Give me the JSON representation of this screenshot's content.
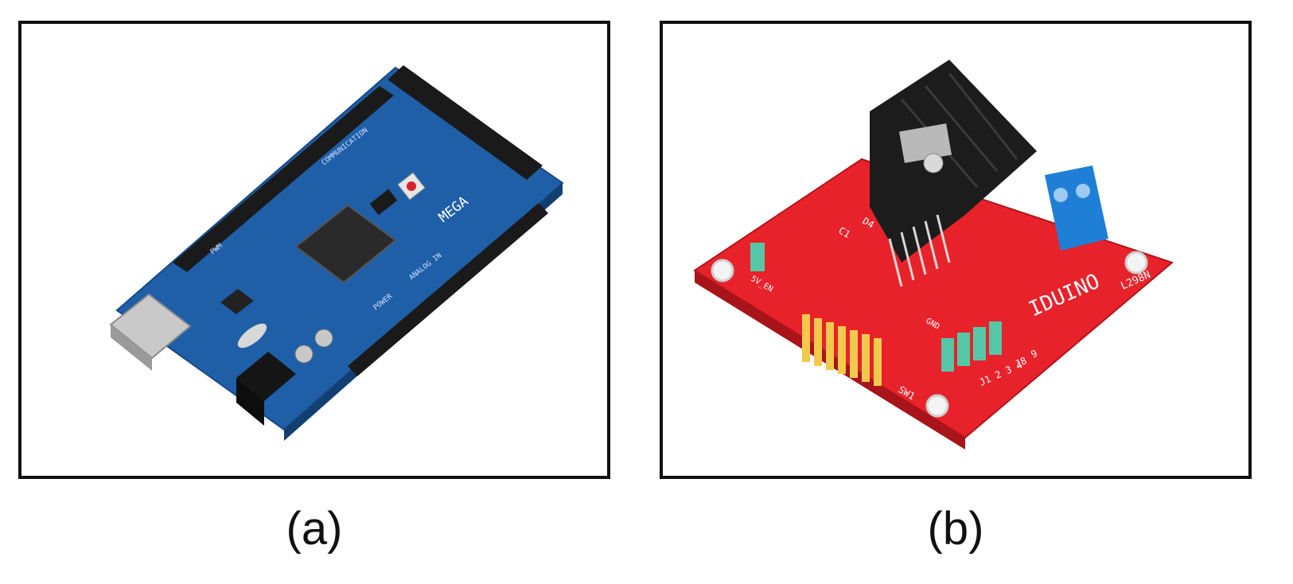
{
  "panels": [
    {
      "caption": "(a)",
      "board": {
        "subject": "arduino-mega-board",
        "board_color": "#1f5fa8",
        "silkscreen": {
          "mega": "MEGA",
          "power": "POWER",
          "analog_in": "ANALOG IN",
          "communication": "COMMUNICATION",
          "pwm": "PWM"
        }
      }
    },
    {
      "caption": "(b)",
      "board": {
        "subject": "l298n-motor-driver-board",
        "board_color": "#e8222a",
        "silkscreen": {
          "brand": "IDUINO",
          "model": "L298N",
          "sw1": "SW1",
          "j8": "J8",
          "c1": "C1",
          "pins": "J1 2 3 4",
          "pin_9": "9",
          "d4": "D4",
          "gnd": "GND",
          "en": "5V_EN"
        }
      }
    }
  ]
}
